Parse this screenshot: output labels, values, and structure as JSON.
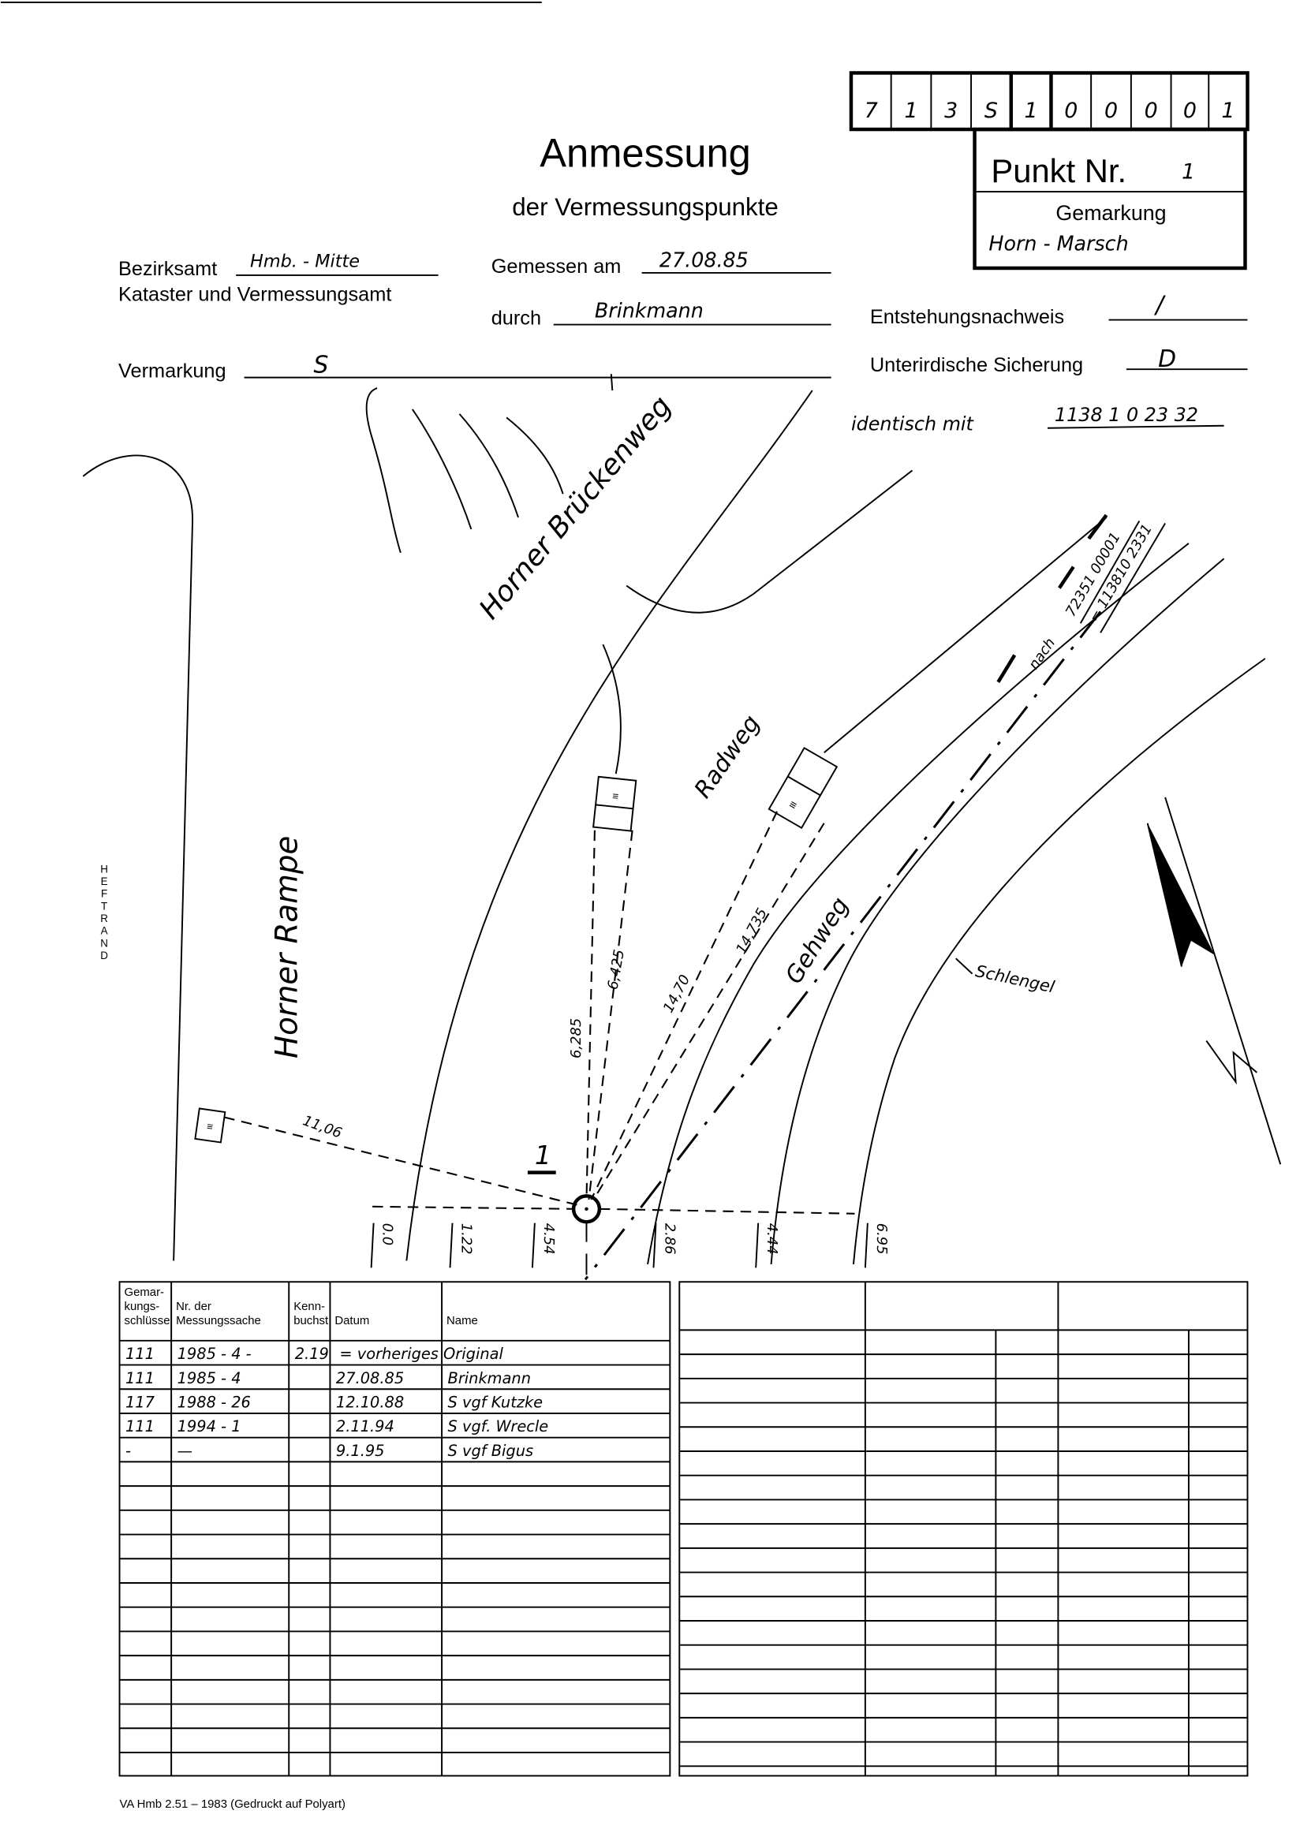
{
  "header": {
    "number_digits": [
      "7",
      "1",
      "3",
      "S",
      "1",
      "0",
      "0",
      "0",
      "0",
      "1"
    ],
    "title": "Anmessung",
    "subtitle": "der Vermessungspunkte",
    "punkt_label": "Punkt Nr.",
    "punkt_value": "1",
    "gemarkung_label": "Gemarkung",
    "gemarkung_value": "Horn - Marsch"
  },
  "fields": {
    "bezirksamt_label": "Bezirksamt",
    "bezirksamt_value": "Hmb. - Mitte",
    "amt_line": "Kataster und Vermessungsamt",
    "gemessen_label": "Gemessen am",
    "gemessen_value": "27.08.85",
    "durch_label": "durch",
    "durch_value": "Brinkmann",
    "vermarkung_label": "Vermarkung",
    "vermarkung_value": "S",
    "entstehung_label": "Entstehungsnachweis",
    "entstehung_value": "/",
    "sicherung_label": "Unterirdische Sicherung",
    "sicherung_value": "D",
    "identisch_label": "identisch mit",
    "identisch_value": "1138 1 0 23 32"
  },
  "margin_label": "HEFTRAND",
  "sketch": {
    "streets": [
      "Horner Rampe",
      "Horner Brückenweg",
      "Radweg",
      "Gehweg",
      "Schlengel"
    ],
    "nach_label": "nach",
    "nach_ref1": "72351 00001",
    "nach_ref2": "= 113810 2331",
    "point_label": "1",
    "measures": {
      "m1106": "11,06",
      "m6285": "6,285",
      "m6425": "6,425",
      "m1470": "14,70",
      "m14735": "14,735"
    },
    "offsets": [
      "0.0",
      "1.22",
      "4.54",
      "2.86",
      "4.44",
      "6.95"
    ]
  },
  "table": {
    "headers": [
      "Gemar-\nkungs-\nschlüssel",
      "Nr. der\nMessungssache",
      "Kenn-\nbuchst.",
      "Datum",
      "Name"
    ],
    "header_lines": [
      [
        "Gemar-",
        "kungs-",
        "schlüssel"
      ],
      [
        "Nr. der",
        "Messungssache"
      ],
      [
        "Kenn-",
        "buchst."
      ],
      [
        "Datum"
      ],
      [
        "Name"
      ]
    ],
    "rows": [
      [
        "111",
        "1985 - 4 -",
        "2.19",
        "",
        "= vorheriges Original"
      ],
      [
        "111",
        "1985 - 4",
        "",
        "27.08.85",
        "Brinkmann"
      ],
      [
        "117",
        "1988 - 26",
        "",
        "12.10.88",
        "S vgf Kutzke"
      ],
      [
        "111",
        "1994 - 1",
        "",
        "2.11.94",
        "S vgf. Wrecle"
      ],
      [
        "-",
        "—",
        "",
        "9.1.95",
        "S vgf Bigus"
      ]
    ]
  },
  "footer": "VA Hmb 2.51 – 1983 (Gedruckt auf Polyart)"
}
